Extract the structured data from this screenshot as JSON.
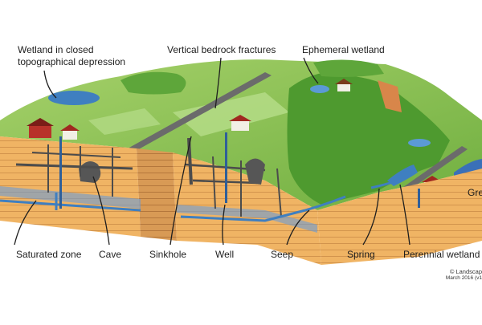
{
  "labels": {
    "wetland_closed_line1": "Wetland in closed",
    "wetland_closed_line2": "topographical depression",
    "vertical_fractures": "Vertical bedrock fractures",
    "ephemeral_wetland": "Ephemeral wetland",
    "saturated_zone": "Saturated zone",
    "cave": "Cave",
    "sinkhole": "Sinkhole",
    "well": "Well",
    "seep": "Seep",
    "spring": "Spring",
    "perennial_wetland": "Perennial wetland",
    "edge_text": "Gre"
  },
  "credit": {
    "line1": "© Landscap",
    "line2": "March 2016 (v1"
  },
  "colors": {
    "surface_grass": "#8cc152",
    "forest": "#4e9a2f",
    "bedrock_orange": "#f0b464",
    "bedrock_dark_face": "#c8844a",
    "water_blue": "#3f7fc0",
    "cave_void": "#555555",
    "road": "#666666"
  }
}
